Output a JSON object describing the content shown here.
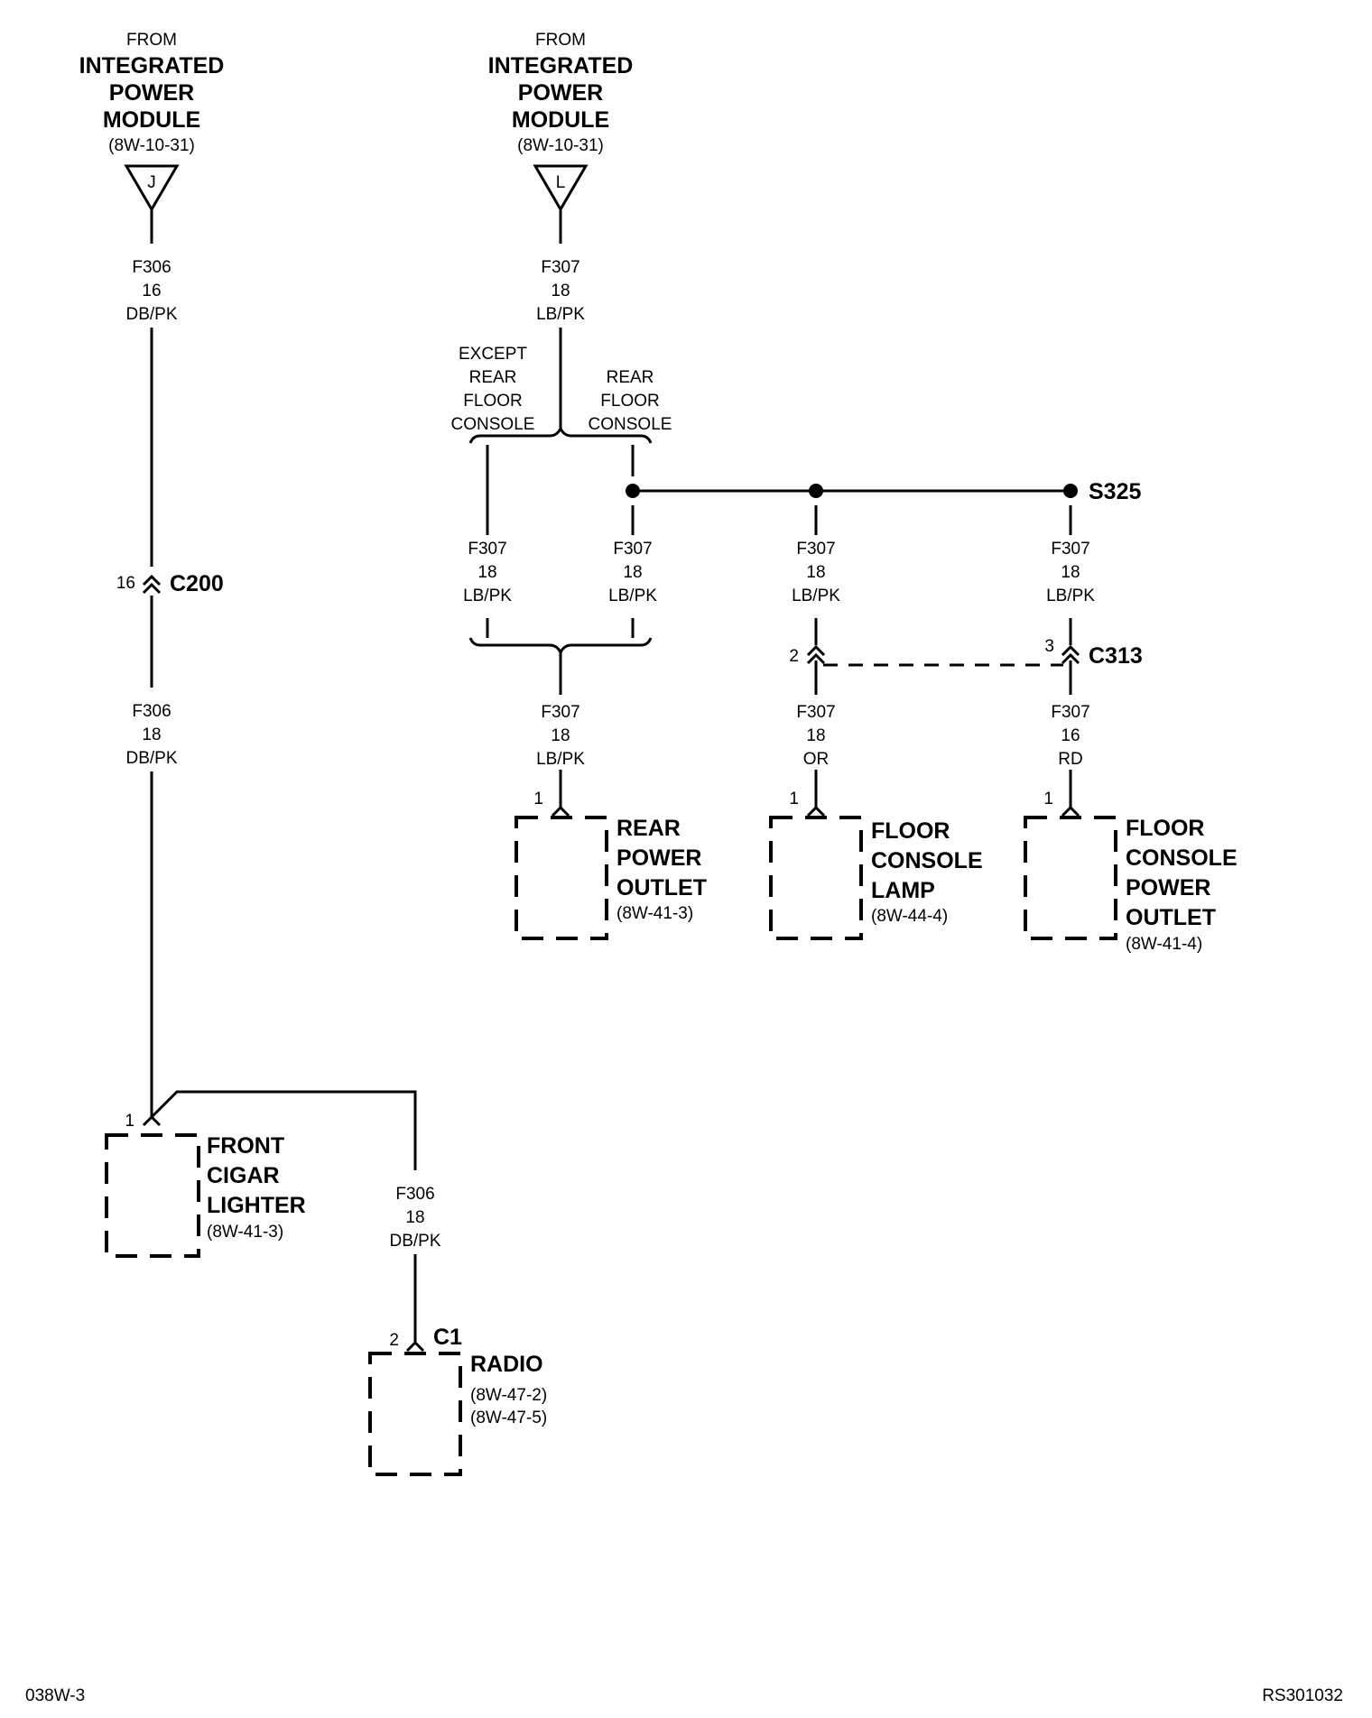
{
  "sources": [
    {
      "from": "FROM",
      "module": [
        "INTEGRATED",
        "POWER",
        "MODULE"
      ],
      "ref": "(8W-10-31)",
      "pin": "J"
    },
    {
      "from": "FROM",
      "module": [
        "INTEGRATED",
        "POWER",
        "MODULE"
      ],
      "ref": "(8W-10-31)",
      "pin": "L"
    }
  ],
  "wire_labels": [
    {
      "circuit": "F306",
      "gauge": "16",
      "color": "DB/PK"
    },
    {
      "circuit": "F306",
      "gauge": "18",
      "color": "DB/PK"
    },
    {
      "circuit": "F306",
      "gauge": "18",
      "color": "DB/PK"
    },
    {
      "circuit": "F307",
      "gauge": "18",
      "color": "LB/PK"
    },
    {
      "circuit": "F307",
      "gauge": "18",
      "color": "LB/PK"
    },
    {
      "circuit": "F307",
      "gauge": "18",
      "color": "LB/PK"
    },
    {
      "circuit": "F307",
      "gauge": "18",
      "color": "LB/PK"
    },
    {
      "circuit": "F307",
      "gauge": "18",
      "color": "LB/PK"
    },
    {
      "circuit": "F307",
      "gauge": "18",
      "color": "LB/PK"
    },
    {
      "circuit": "F307",
      "gauge": "18",
      "color": "OR"
    },
    {
      "circuit": "F307",
      "gauge": "16",
      "color": "RD"
    }
  ],
  "options": {
    "left": [
      "EXCEPT",
      "REAR",
      "FLOOR",
      "CONSOLE"
    ],
    "right": [
      "REAR",
      "FLOOR",
      "CONSOLE"
    ]
  },
  "connectors": {
    "c200": {
      "name": "C200",
      "pin": "16"
    },
    "c313": {
      "name": "C313",
      "pin_a": "2",
      "pin_b": "3"
    },
    "c1": {
      "name": "C1",
      "pin": "2"
    },
    "splice": "S325"
  },
  "components": [
    {
      "pin": "1",
      "name": [
        "REAR",
        "POWER",
        "OUTLET"
      ],
      "refs": [
        "(8W-41-3)"
      ]
    },
    {
      "pin": "1",
      "name": [
        "FLOOR",
        "CONSOLE",
        "LAMP"
      ],
      "refs": [
        "(8W-44-4)"
      ]
    },
    {
      "pin": "1",
      "name": [
        "FLOOR",
        "CONSOLE",
        "POWER",
        "OUTLET"
      ],
      "refs": [
        "(8W-41-4)"
      ]
    },
    {
      "pin": "1",
      "name": [
        "FRONT",
        "CIGAR",
        "LIGHTER"
      ],
      "refs": [
        "(8W-41-3)"
      ]
    },
    {
      "pin": "2",
      "name": [
        "RADIO"
      ],
      "refs": [
        "(8W-47-2)",
        "(8W-47-5)"
      ]
    }
  ],
  "footer": {
    "left": "038W-3",
    "right": "RS301032"
  }
}
